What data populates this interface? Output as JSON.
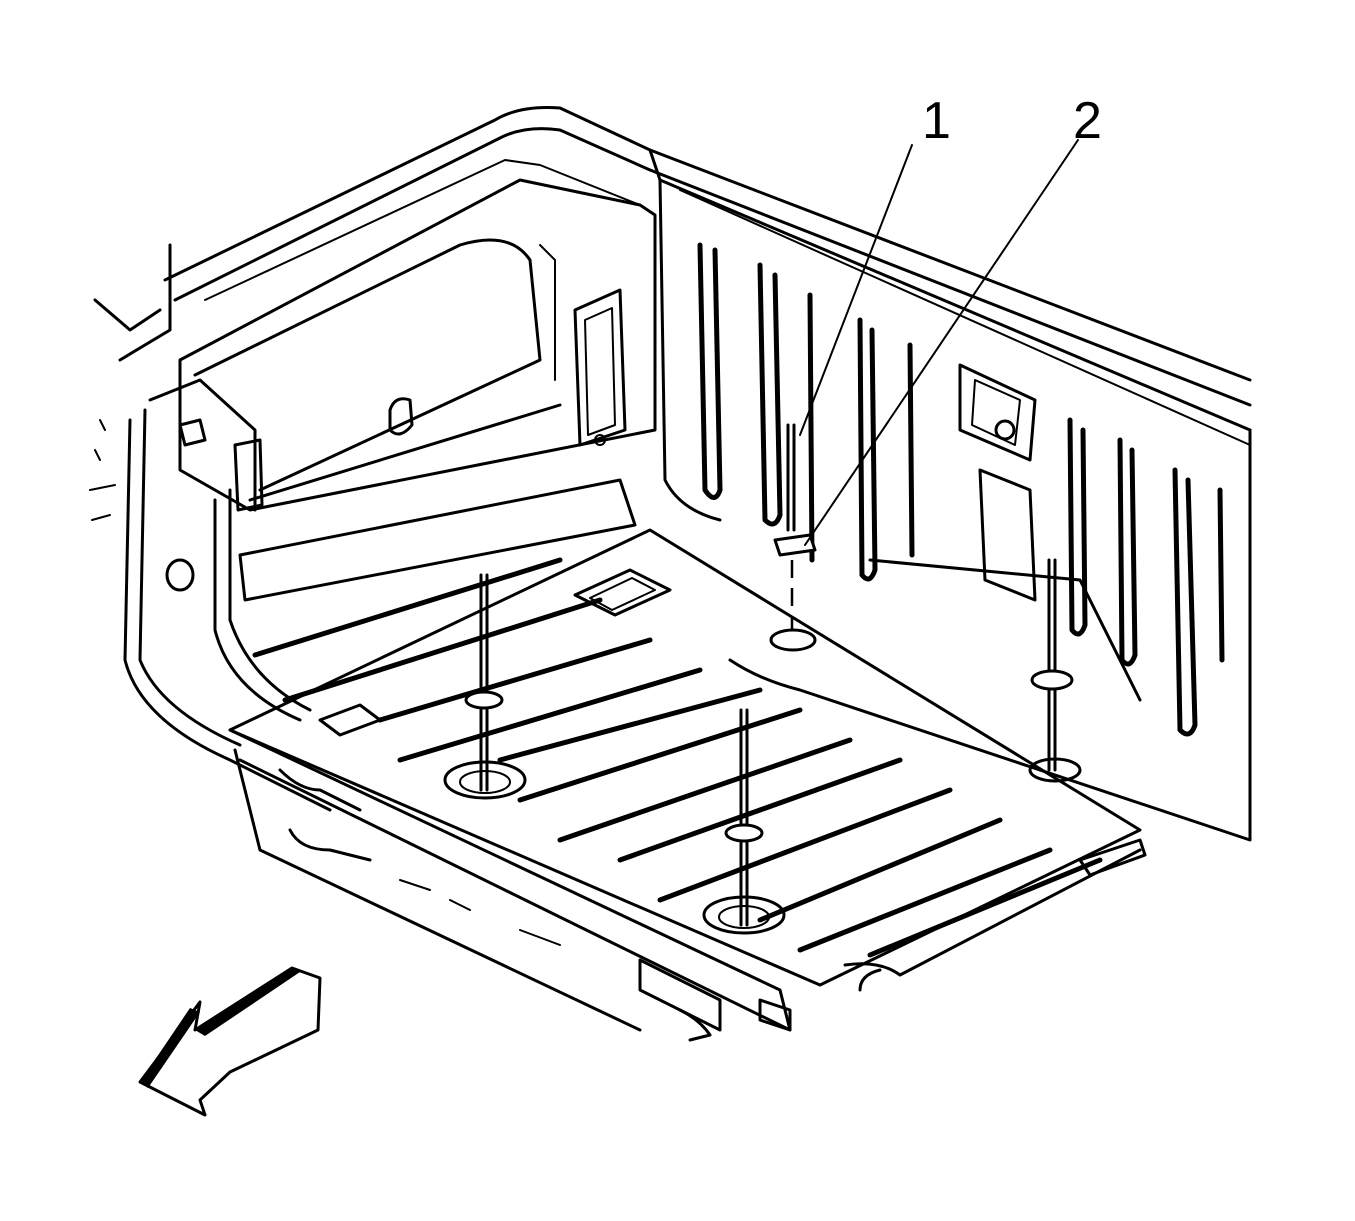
{
  "diagram": {
    "callouts": [
      {
        "id": "1",
        "label": "1"
      },
      {
        "id": "2",
        "label": "2"
      }
    ],
    "direction_arrow": "forward-arrow-icon",
    "colors": {
      "line": "#000000",
      "background": "#ffffff"
    }
  }
}
